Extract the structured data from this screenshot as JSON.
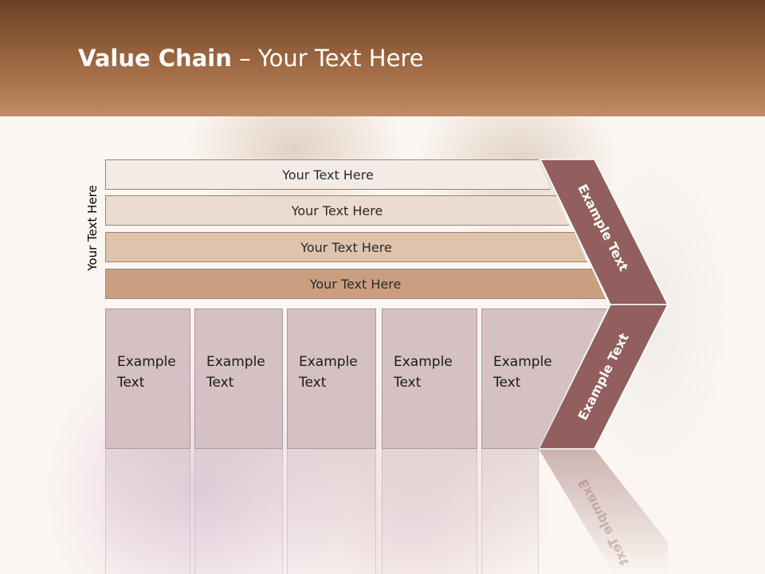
{
  "title": {
    "bold": "Value Chain",
    "rest": " – Your Text Here"
  },
  "side_label": "Your Text Here",
  "bars": [
    {
      "label": "Your Text Here",
      "color": "#f3ebe6"
    },
    {
      "label": "Your Text Here",
      "color": "#ecdbd0"
    },
    {
      "label": "Your Text Here",
      "color": "#e0c3ad"
    },
    {
      "label": "Your Text Here",
      "color": "#c99f80"
    }
  ],
  "boxes": [
    {
      "line1": "Example",
      "line2": "Text"
    },
    {
      "line1": "Example",
      "line2": "Text"
    },
    {
      "line1": "Example",
      "line2": "Text"
    },
    {
      "line1": "Example",
      "line2": "Text"
    },
    {
      "line1": "Example",
      "line2": "Text"
    }
  ],
  "chevron": {
    "upper_label": "Example Text",
    "lower_label": "Example Text",
    "color": "#925e5e"
  }
}
